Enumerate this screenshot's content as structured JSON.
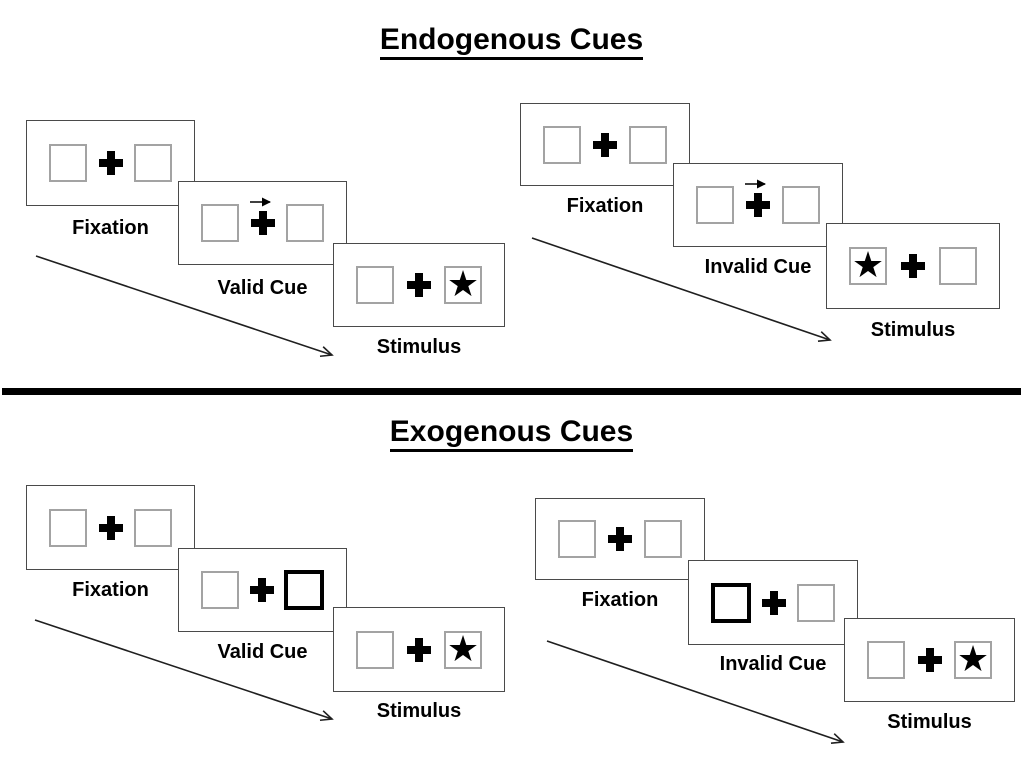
{
  "colors": {
    "background": "#ffffff",
    "divider": "#000000",
    "panel_border": "#4a4a4a",
    "box_border": "#a3a3a3",
    "cue_highlight": "#000000",
    "text": "#000000"
  },
  "icons": {
    "star": "★",
    "fixation_cross": "+",
    "cue_arrow": "→"
  },
  "sections": [
    {
      "title": "Endogenous Cues",
      "groups": [
        {
          "name": "endogenous-valid",
          "cue_type": "central-arrow",
          "cue_direction": "right",
          "target_side": "right",
          "panels": [
            {
              "label": "Fixation"
            },
            {
              "label": "Valid Cue"
            },
            {
              "label": "Stimulus"
            }
          ]
        },
        {
          "name": "endogenous-invalid",
          "cue_type": "central-arrow",
          "cue_direction": "right",
          "target_side": "left",
          "panels": [
            {
              "label": "Fixation"
            },
            {
              "label": "Invalid Cue"
            },
            {
              "label": "Stimulus"
            }
          ]
        }
      ]
    },
    {
      "title": "Exogenous Cues",
      "groups": [
        {
          "name": "exogenous-valid",
          "cue_type": "peripheral-box",
          "cue_side": "right",
          "target_side": "right",
          "panels": [
            {
              "label": "Fixation"
            },
            {
              "label": "Valid Cue"
            },
            {
              "label": "Stimulus"
            }
          ]
        },
        {
          "name": "exogenous-invalid",
          "cue_type": "peripheral-box",
          "cue_side": "left",
          "target_side": "right",
          "panels": [
            {
              "label": "Fixation"
            },
            {
              "label": "Invalid Cue"
            },
            {
              "label": "Stimulus"
            }
          ]
        }
      ]
    }
  ]
}
